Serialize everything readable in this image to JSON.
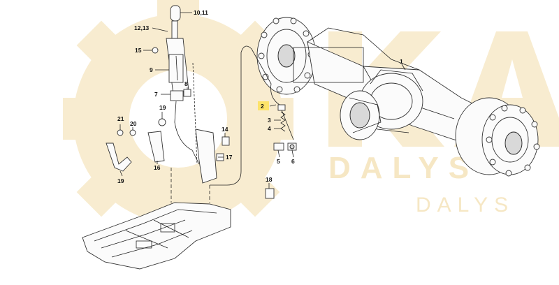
{
  "watermark": {
    "big_letters": "EKA",
    "word_large": "DALYS",
    "word_small": "DALYS",
    "color": "#f6e7c4"
  },
  "highlight_color": "#fde36a",
  "callouts": [
    {
      "id": "1",
      "label": "1"
    },
    {
      "id": "2",
      "label": "2",
      "highlighted": true
    },
    {
      "id": "3",
      "label": "3"
    },
    {
      "id": "4",
      "label": "4"
    },
    {
      "id": "5",
      "label": "5"
    },
    {
      "id": "6",
      "label": "6"
    },
    {
      "id": "7",
      "label": "7"
    },
    {
      "id": "8",
      "label": "8"
    },
    {
      "id": "9",
      "label": "9"
    },
    {
      "id": "10_11",
      "label": "10,11"
    },
    {
      "id": "12_13",
      "label": "12,13"
    },
    {
      "id": "14",
      "label": "14"
    },
    {
      "id": "15",
      "label": "15"
    },
    {
      "id": "16",
      "label": "16"
    },
    {
      "id": "17",
      "label": "17"
    },
    {
      "id": "18",
      "label": "18"
    },
    {
      "id": "19a",
      "label": "19"
    },
    {
      "id": "19b",
      "label": "19"
    },
    {
      "id": "20",
      "label": "20"
    },
    {
      "id": "21",
      "label": "21"
    }
  ]
}
